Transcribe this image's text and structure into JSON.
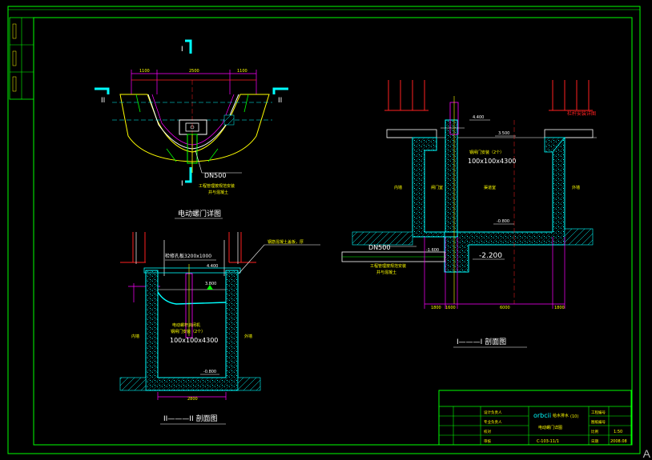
{
  "drawing": {
    "left_plan": {
      "title": "电动螺门详图",
      "section_marks": [
        "I",
        "I",
        "II",
        "II"
      ],
      "pipe_label": "DN500",
      "notes": [
        "工程管理按规范安装",
        "并与混凝土"
      ],
      "dims": [
        "1100",
        "2500",
        "1100"
      ]
    },
    "left_section": {
      "title": "II———II 剖面图",
      "callout_top": "检修孔板3200x1000",
      "callout_right": "钢筋混凝土盖板，厚",
      "level_top": "4.400",
      "level_water": "3.800",
      "level_bottom": "-0.800",
      "note1": "电动螺杆启闭机",
      "note2": "钢闸门安装（2个）",
      "note3": "100x100x4300",
      "side_left": "内墙",
      "side_right": "外墙",
      "dim_bottom": "2800"
    },
    "right_section": {
      "title": "I———I 剖面图",
      "red_label": "栏杆安装详图",
      "level_top": "4.400",
      "level_right": "3.500",
      "level_mid": "-0.800",
      "level_low": "-2.200",
      "level_pipe": "-1.600",
      "pipe_label": "DN500",
      "note_gate": "钢闸门安装（2个）",
      "note_size": "100x100x4300",
      "note_pipe1": "工程管理按规范安装",
      "note_pipe2": "并与混凝土",
      "room_labels": [
        "内墙",
        "闸门室",
        "渠道室",
        "外墙"
      ],
      "dims_bottom": [
        "1800",
        "1600",
        "6000",
        "1800"
      ]
    }
  },
  "title_block": {
    "logo": "orbcii",
    "company": "给水排水",
    "code": "(10)",
    "drawing_name": "电动螺门详图",
    "scale": "1:50",
    "drawing_no": "C-103-11/1",
    "date": "2008.08",
    "rows_left": [
      "设计负责人",
      "专业负责人",
      "校对",
      "审核"
    ],
    "rows_right": [
      "工程编号",
      "图纸编号",
      "比例",
      "日期"
    ]
  },
  "colors": {
    "frame": "#00ff00",
    "wall": "#00ffff",
    "red": "#ff2020",
    "magenta": "#ff00ff",
    "yellow": "#ffff00",
    "white": "#ffffff"
  },
  "corner_letter": "A"
}
